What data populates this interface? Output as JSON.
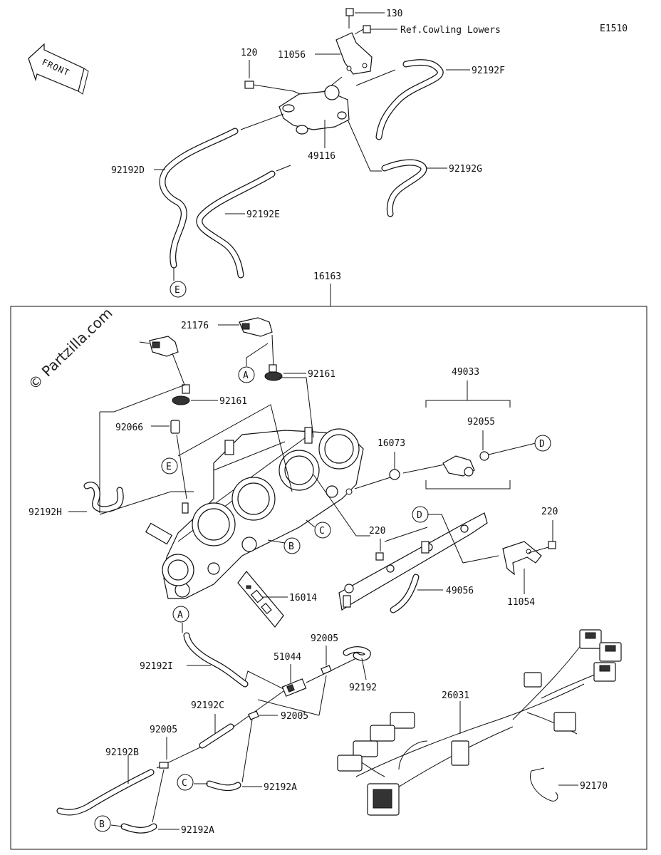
{
  "diagram_code": "E1510",
  "front_label": "FRONT",
  "watermark": "© Partzilla.com",
  "assembly_label": "16163",
  "reference_note": "Ref.Cowling Lowers",
  "callouts": {
    "p130": "130",
    "p120": "120",
    "p11056": "11056",
    "p92192F": "92192F",
    "p49116": "49116",
    "p92192G": "92192G",
    "p92192D": "92192D",
    "p92192E": "92192E",
    "p21176": "21176",
    "p92161a": "92161",
    "p92161b": "92161",
    "p92066": "92066",
    "p49033": "49033",
    "p92055": "92055",
    "p16073": "16073",
    "p92192H": "92192H",
    "p220a": "220",
    "p220b": "220",
    "p49056": "49056",
    "p11054": "11054",
    "p16014": "16014",
    "p92005a": "92005",
    "p92005b": "92005",
    "p92005c": "92005",
    "p51044": "51044",
    "p92192I": "92192I",
    "p92192": "92192",
    "p26031": "26031",
    "p92192C": "92192C",
    "p92192B": "92192B",
    "p92192Aa": "92192A",
    "p92192Ab": "92192A",
    "p92170": "92170"
  },
  "ref_letters": {
    "E_top": "E",
    "A_upper": "A",
    "D_right": "D",
    "E_mid": "E",
    "C_mid": "C",
    "B_mid": "B",
    "D_rail": "D",
    "A_lower": "A",
    "C_lower": "C",
    "B_lower": "B"
  }
}
